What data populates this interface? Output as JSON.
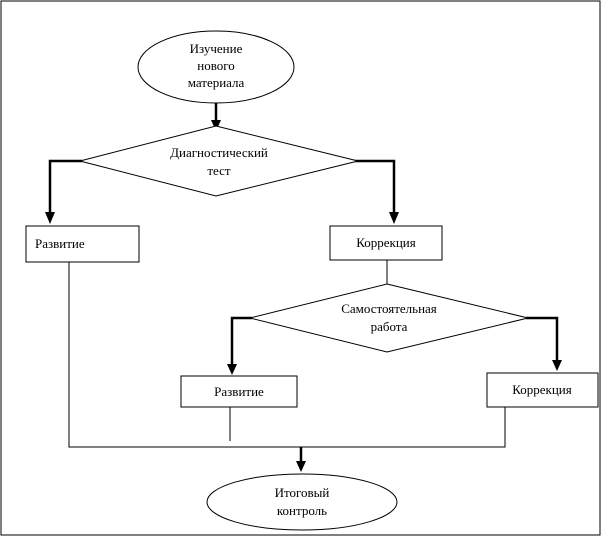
{
  "diagram": {
    "nodes": {
      "study": {
        "lines": [
          "Изучение",
          "нового",
          "материала"
        ]
      },
      "diag_test": {
        "lines": [
          "Диагностический",
          "тест"
        ]
      },
      "develop_1": {
        "lines": [
          "Развитие"
        ]
      },
      "correct_1": {
        "lines": [
          "Коррекция"
        ]
      },
      "self_work": {
        "lines": [
          "Самостоятельная",
          "работа"
        ]
      },
      "develop_2": {
        "lines": [
          "Развитие"
        ]
      },
      "correct_2": {
        "lines": [
          "Коррекция"
        ]
      },
      "final": {
        "lines": [
          "Итоговый",
          "контроль"
        ]
      }
    }
  }
}
